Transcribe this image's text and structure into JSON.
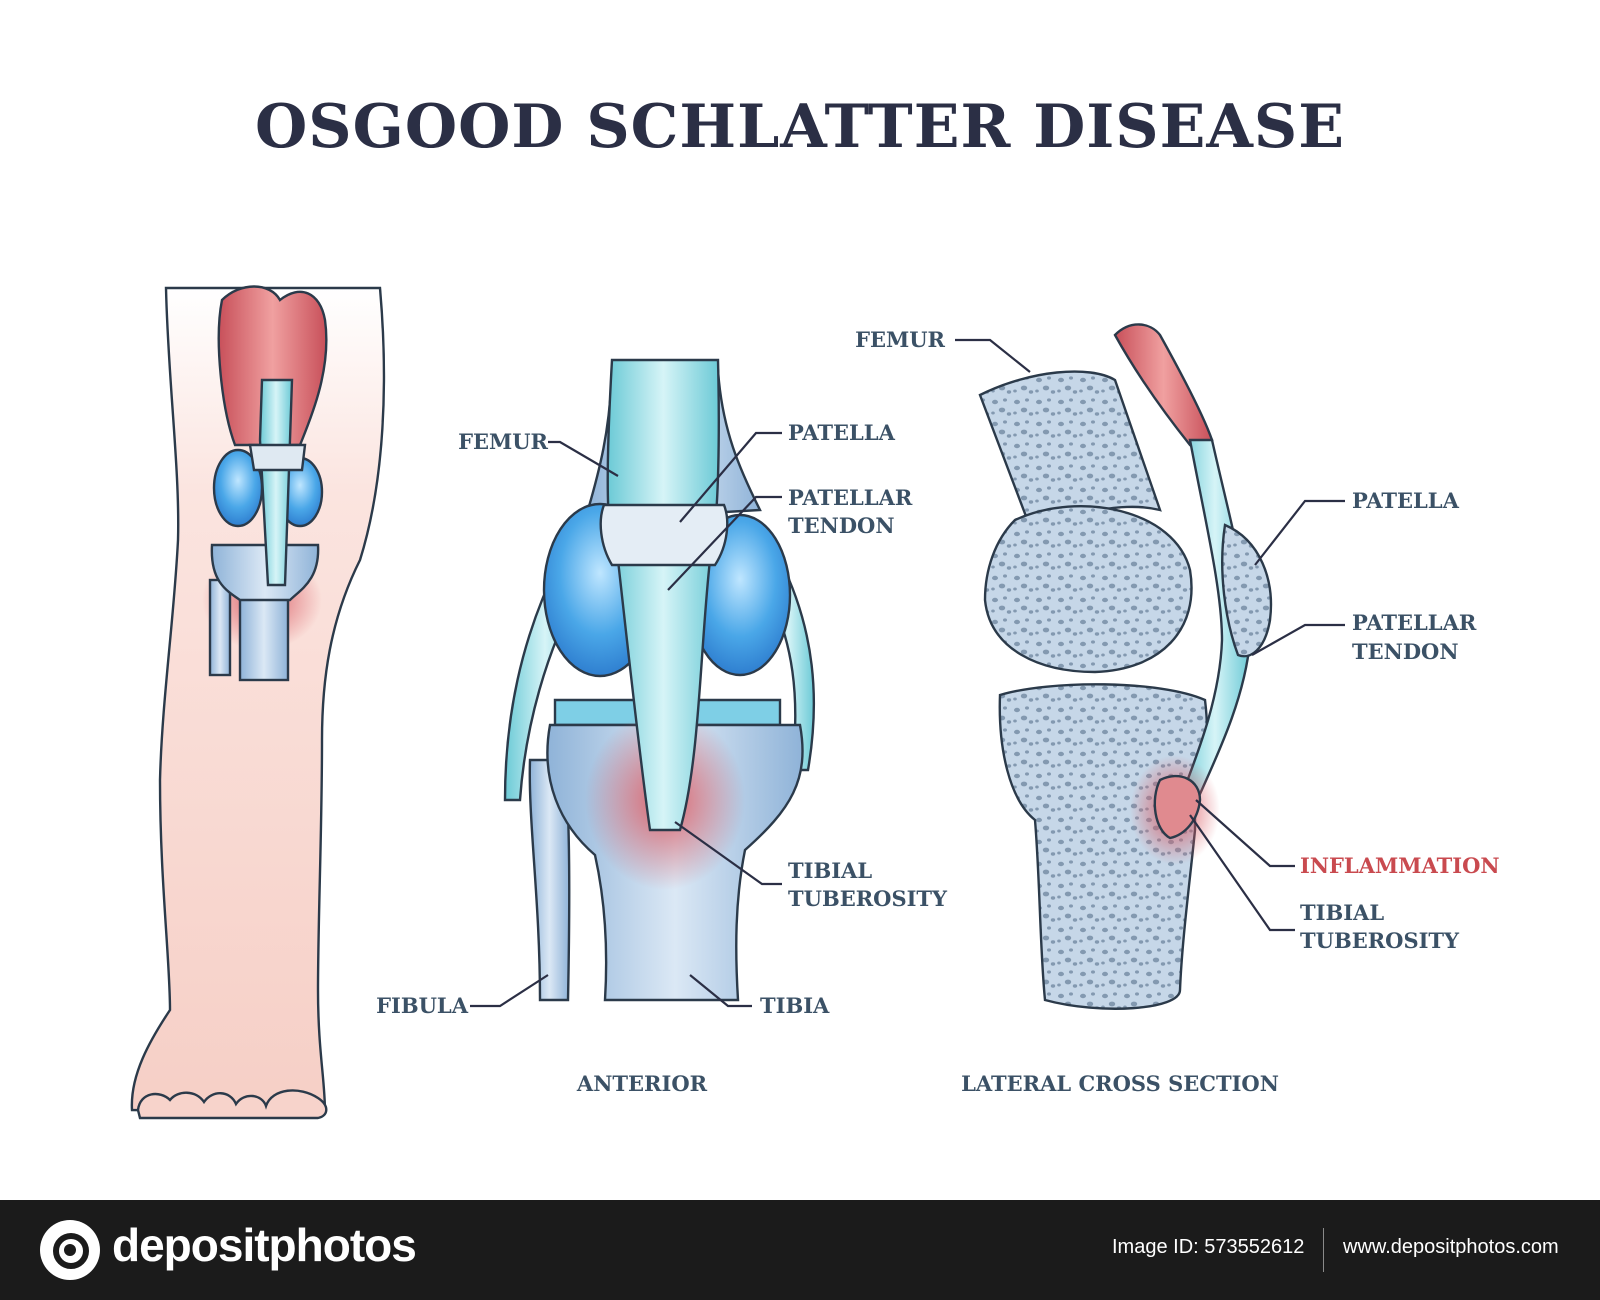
{
  "title": "OSGOOD SCHLATTER DISEASE",
  "anterior": {
    "caption": "ANTERIOR",
    "labels": {
      "femur": "FEMUR",
      "patella": "PATELLA",
      "patellar_tendon_line1": "PATELLAR",
      "patellar_tendon_line2": "TENDON",
      "tibial_tuberosity_line1": "TIBIAL",
      "tibial_tuberosity_line2": "TUBEROSITY",
      "fibula": "FIBULA",
      "tibia": "TIBIA"
    }
  },
  "lateral": {
    "caption": "LATERAL CROSS SECTION",
    "labels": {
      "femur": "FEMUR",
      "patella": "PATELLA",
      "patellar_tendon_line1": "PATELLAR",
      "patellar_tendon_line2": "TENDON",
      "inflammation": "INFLAMMATION",
      "tibial_tuberosity_line1": "TIBIAL",
      "tibial_tuberosity_line2": "TUBEROSITY"
    }
  },
  "colors": {
    "title": "#2b2f45",
    "label": "#3b5166",
    "highlight_label": "#c94a4f",
    "skin": "#f7d3cb",
    "muscle": "#d9666b",
    "bone": "#a9c3de",
    "cartilage": "#4aa7e8",
    "tendon": "#8fd9e0",
    "inflammation": "#d95a63",
    "footer": "#1b1b1b"
  },
  "footer": {
    "brand": "depositphotos",
    "image_id": "Image ID: 573552612",
    "url": "www.depositphotos.com"
  }
}
